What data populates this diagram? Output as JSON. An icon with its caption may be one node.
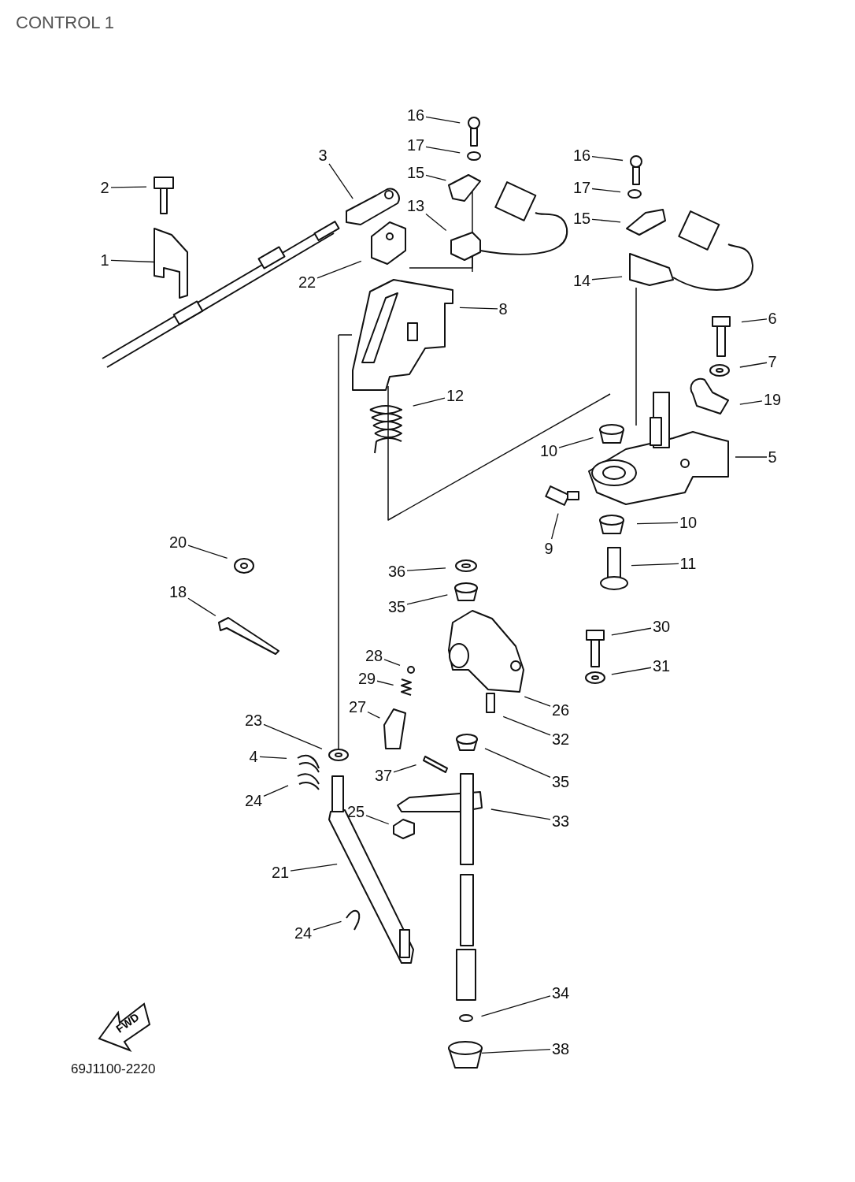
{
  "diagram": {
    "title": "CONTROL 1",
    "nodes": [
      {
        "text": [
          "16"
        ]
      },
      {
        "text": [
          "17"
        ]
      },
      {
        "text": [
          "3"
        ]
      },
      {
        "text": [
          "16"
        ]
      },
      {
        "text": [
          "15"
        ]
      },
      {
        "text": [
          "2"
        ]
      },
      {
        "text": [
          "17"
        ]
      },
      {
        "text": [
          "13"
        ]
      },
      {
        "text": [
          "15"
        ]
      },
      {
        "text": [
          "1"
        ]
      },
      {
        "text": [
          "14"
        ]
      },
      {
        "text": [
          "22"
        ]
      },
      {
        "text": [
          "8"
        ]
      },
      {
        "text": [
          "6"
        ]
      },
      {
        "text": [
          "7"
        ]
      },
      {
        "text": [
          "12"
        ]
      },
      {
        "text": [
          "19"
        ]
      },
      {
        "text": [
          "10"
        ]
      },
      {
        "text": [
          "5"
        ]
      },
      {
        "text": [
          "10"
        ]
      },
      {
        "text": [
          "20"
        ]
      },
      {
        "text": [
          "9"
        ]
      },
      {
        "text": [
          "11"
        ]
      },
      {
        "text": [
          "36"
        ]
      },
      {
        "text": [
          "18"
        ]
      },
      {
        "text": [
          "35"
        ]
      },
      {
        "text": [
          "30"
        ]
      },
      {
        "text": [
          "28"
        ]
      },
      {
        "text": [
          "31"
        ]
      },
      {
        "text": [
          "29"
        ]
      },
      {
        "text": [
          "27"
        ]
      },
      {
        "text": [
          "26"
        ]
      },
      {
        "text": [
          "23"
        ]
      },
      {
        "text": [
          "32"
        ]
      },
      {
        "text": [
          "4"
        ]
      },
      {
        "text": [
          "37"
        ]
      },
      {
        "text": [
          "35"
        ]
      },
      {
        "text": [
          "24"
        ]
      },
      {
        "text": [
          "25"
        ]
      },
      {
        "text": [
          "33"
        ]
      },
      {
        "text": [
          "21"
        ]
      },
      {
        "text": [
          "24"
        ]
      },
      {
        "text": [
          "34"
        ]
      },
      {
        "text": [
          "38"
        ]
      }
    ],
    "edges": [
      {
        "from": 0,
        "to": null,
        "arrow": "none"
      },
      {
        "from": 1,
        "to": null,
        "arrow": "none"
      },
      {
        "from": 2,
        "to": null,
        "arrow": "none"
      },
      {
        "from": 3,
        "to": null,
        "arrow": "none"
      },
      {
        "from": 4,
        "to": null,
        "arrow": "none"
      },
      {
        "from": 5,
        "to": null,
        "arrow": "none"
      },
      {
        "from": 6,
        "to": null,
        "arrow": "none"
      },
      {
        "from": 7,
        "to": null,
        "arrow": "none"
      },
      {
        "from": 8,
        "to": null,
        "arrow": "none"
      },
      {
        "from": 9,
        "to": null,
        "arrow": "none"
      },
      {
        "from": 10,
        "to": null,
        "arrow": "none"
      },
      {
        "from": 11,
        "to": null,
        "arrow": "none"
      },
      {
        "from": 12,
        "to": null,
        "arrow": "none"
      },
      {
        "from": 13,
        "to": null,
        "arrow": "none"
      },
      {
        "from": 14,
        "to": null,
        "arrow": "none"
      },
      {
        "from": 15,
        "to": null,
        "arrow": "none"
      },
      {
        "from": 16,
        "to": null,
        "arrow": "none"
      },
      {
        "from": 17,
        "to": null,
        "arrow": "none"
      },
      {
        "from": 18,
        "to": null,
        "arrow": "none"
      },
      {
        "from": 19,
        "to": null,
        "arrow": "none"
      },
      {
        "from": 20,
        "to": null,
        "arrow": "none"
      },
      {
        "from": 21,
        "to": null,
        "arrow": "none"
      },
      {
        "from": 22,
        "to": null,
        "arrow": "none"
      },
      {
        "from": 23,
        "to": null,
        "arrow": "none"
      },
      {
        "from": 24,
        "to": null,
        "arrow": "none"
      },
      {
        "from": 25,
        "to": null,
        "arrow": "none"
      },
      {
        "from": 26,
        "to": null,
        "arrow": "none"
      },
      {
        "from": 27,
        "to": null,
        "arrow": "none"
      },
      {
        "from": 28,
        "to": null,
        "arrow": "none"
      },
      {
        "from": 29,
        "to": null,
        "arrow": "none"
      },
      {
        "from": 30,
        "to": null,
        "arrow": "none"
      },
      {
        "from": 31,
        "to": null,
        "arrow": "none"
      },
      {
        "from": 32,
        "to": null,
        "arrow": "none"
      },
      {
        "from": 33,
        "to": null,
        "arrow": "none"
      },
      {
        "from": 34,
        "to": null,
        "arrow": "none"
      },
      {
        "from": 35,
        "to": null,
        "arrow": "none"
      },
      {
        "from": 36,
        "to": null,
        "arrow": "none"
      },
      {
        "from": 37,
        "to": null,
        "arrow": "none"
      },
      {
        "from": 38,
        "to": null,
        "arrow": "none"
      },
      {
        "from": 39,
        "to": null,
        "arrow": "none"
      },
      {
        "from": 40,
        "to": null,
        "arrow": "none"
      },
      {
        "from": 41,
        "to": null,
        "arrow": "none"
      },
      {
        "from": 42,
        "to": null,
        "arrow": "none"
      },
      {
        "from": 43,
        "to": null,
        "arrow": "none"
      }
    ],
    "labels": [
      "FWD",
      "69J1100-2220"
    ]
  }
}
